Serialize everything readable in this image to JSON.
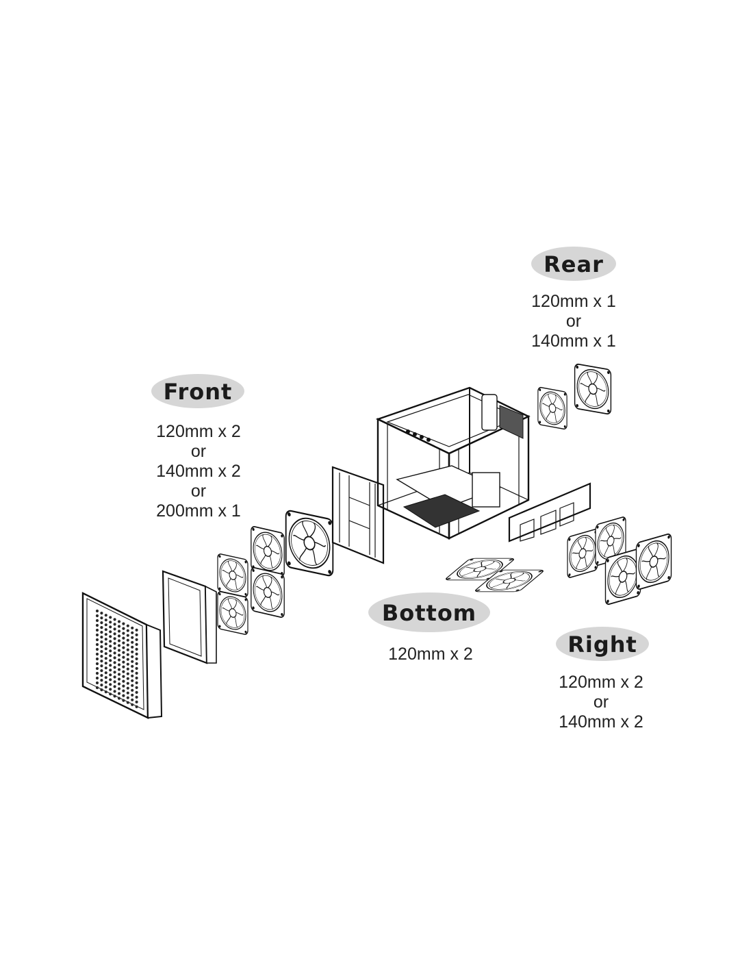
{
  "labels": {
    "rear": {
      "title": "Rear",
      "lines": [
        "120mm x 1",
        "or",
        "140mm x 1"
      ]
    },
    "front": {
      "title": "Front",
      "lines": [
        "120mm x 2",
        "or",
        "140mm x 2",
        "or",
        "200mm x 1"
      ]
    },
    "bottom": {
      "title": "Bottom",
      "lines": [
        "120mm x 2"
      ]
    },
    "right": {
      "title": "Right",
      "lines": [
        "120mm x 2",
        "or",
        "140mm x 2"
      ]
    }
  },
  "colors": {
    "pill": "#d6d6d6",
    "line": "#111111",
    "text": "#1b1b1b"
  }
}
